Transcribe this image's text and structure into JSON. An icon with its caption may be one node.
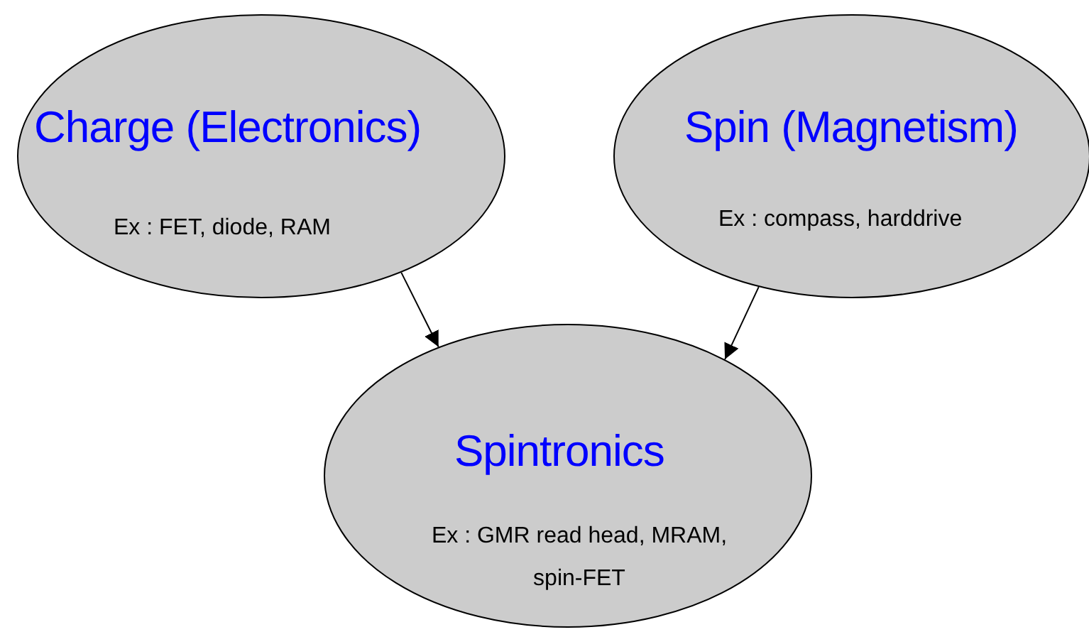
{
  "diagram": {
    "nodes": [
      {
        "text": [
          "Charge (Electronics)",
          "Ex : FET, diode, RAM"
        ]
      },
      {
        "text": [
          "Spin (Magnetism)",
          "Ex : compass, harddrive"
        ]
      },
      {
        "text": [
          "Spintronics",
          "Ex : GMR read head, MRAM, spin-FET"
        ]
      }
    ],
    "edges": [
      {
        "from": 0,
        "to": 2,
        "arrow": "to"
      },
      {
        "from": 1,
        "to": 2,
        "arrow": "to"
      }
    ]
  }
}
